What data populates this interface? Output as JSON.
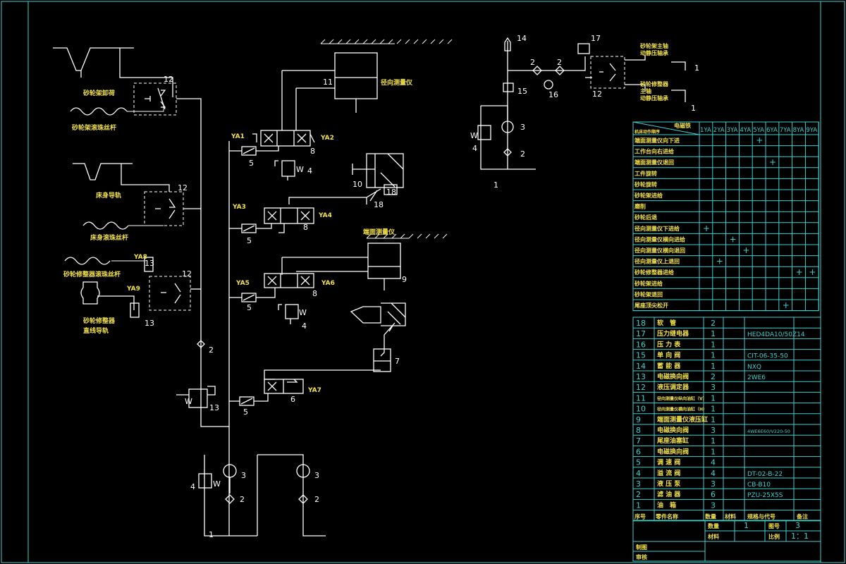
{
  "labels": {
    "radial_gauge": "径向测量仪",
    "end_gauge": "端面测量仪",
    "wheel_head_unload": "砂轮架卸荷",
    "wheel_head_screw": "砂轮架滚珠丝杆",
    "bed_guide": "床身导轨",
    "bed_screw": "床身滚珠丝杆",
    "dresser_screw": "砂轮修整器滚珠丝杆",
    "dresser_guide": "砂轮修整器",
    "dresser_guide2": "直线导轨",
    "spindle_front": "砂轮架主轴",
    "spindle_front2": "动静压轴承",
    "spindle_rear": "砂轮修整器",
    "spindle_rear2": "主轴",
    "spindle_rear3": "动静压轴承"
  },
  "solenoids": [
    "YA1",
    "YA2",
    "YA3",
    "YA4",
    "YA5",
    "YA6",
    "YA7",
    "YA8",
    "YA9"
  ],
  "component_numbers": [
    "1",
    "2",
    "3",
    "4",
    "5",
    "6",
    "7",
    "8",
    "9",
    "10",
    "11",
    "12",
    "13",
    "14",
    "15",
    "16",
    "17",
    "18"
  ],
  "action_table": {
    "corner_top": "电磁铁",
    "corner_bottom": "机床动作顺序",
    "columns": [
      "1YA",
      "2YA",
      "3YA",
      "4YA",
      "5YA",
      "6YA",
      "7YA",
      "8YA",
      "9YA"
    ],
    "rows": [
      {
        "name": "端面测量仪向下进",
        "marks": [
          4
        ]
      },
      {
        "name": "工作台向右进给",
        "marks": []
      },
      {
        "name": "端面测量仪退回",
        "marks": [
          5
        ]
      },
      {
        "name": "工件旋转",
        "marks": []
      },
      {
        "name": "砂轮旋转",
        "marks": []
      },
      {
        "name": "砂轮架进给",
        "marks": []
      },
      {
        "name": "磨削",
        "marks": []
      },
      {
        "name": "砂轮后退",
        "marks": []
      },
      {
        "name": "径向测量仪下进给",
        "marks": [
          0
        ]
      },
      {
        "name": "径向测量仪横向进给",
        "marks": [
          2
        ]
      },
      {
        "name": "径向测量仪横向退回",
        "marks": [
          3
        ]
      },
      {
        "name": "径向测量仪上退回",
        "marks": [
          1
        ]
      },
      {
        "name": "砂轮修整器进给",
        "marks": [
          7,
          8
        ]
      },
      {
        "name": "砂轮架进给",
        "marks": []
      },
      {
        "name": "砂轮架退回",
        "marks": []
      },
      {
        "name": "尾座顶尖松开",
        "marks": [
          6
        ]
      }
    ],
    "mark_symbol": "+"
  },
  "parts_list": {
    "rows": [
      {
        "no": "18",
        "name": "软　管",
        "qty": "2",
        "spec": ""
      },
      {
        "no": "17",
        "name": "压力继电器",
        "qty": "1",
        "spec": "HED4DA10/50Z14"
      },
      {
        "no": "16",
        "name": "压 力 表",
        "qty": "1",
        "spec": ""
      },
      {
        "no": "15",
        "name": "单 向 阀",
        "qty": "1",
        "spec": "CIT-06-35-50"
      },
      {
        "no": "14",
        "name": "蓄 能 器",
        "qty": "1",
        "spec": "NXQ"
      },
      {
        "no": "13",
        "name": "电磁换向阀",
        "qty": "2",
        "spec": "2WE6"
      },
      {
        "no": "12",
        "name": "液压调定器",
        "qty": "3",
        "spec": ""
      },
      {
        "no": "11",
        "name": "径向测量仪纵向油缸（V）",
        "qty": "1",
        "spec": ""
      },
      {
        "no": "10",
        "name": "径向测量仪横向油缸（H）",
        "qty": "1",
        "spec": ""
      },
      {
        "no": "9",
        "name": "端面测量仪液压缸",
        "qty": "1",
        "spec": ""
      },
      {
        "no": "8",
        "name": "电磁换向阀",
        "qty": "3",
        "spec": "4WE6E60/V220-50"
      },
      {
        "no": "7",
        "name": "尾座油塞缸",
        "qty": "1",
        "spec": ""
      },
      {
        "no": "6",
        "name": "电磁换向阀",
        "qty": "1",
        "spec": ""
      },
      {
        "no": "5",
        "name": "调 速 阀",
        "qty": "4",
        "spec": ""
      },
      {
        "no": "4",
        "name": "溢 流 阀",
        "qty": "4",
        "spec": "DT-02-B-22"
      },
      {
        "no": "3",
        "name": "液 压 泵",
        "qty": "3",
        "spec": "CB-B10"
      },
      {
        "no": "2",
        "name": "滤 油 器",
        "qty": "6",
        "spec": "PZU-25X5S"
      },
      {
        "no": "1",
        "name": "油　箱",
        "qty": "3",
        "spec": ""
      }
    ],
    "header": {
      "no": "序号",
      "name": "零件名称",
      "qty": "数量",
      "material": "材料",
      "spec": "规格与代号",
      "remark": "备注"
    }
  },
  "title_block": {
    "qty_label": "数量",
    "qty_value": "1",
    "drawing_no_label": "图号",
    "drawing_no_value": "3",
    "material_label": "材料",
    "scale_label": "比例",
    "scale_value": "1：1",
    "drawn_label": "制图",
    "checked_label": "审核"
  }
}
